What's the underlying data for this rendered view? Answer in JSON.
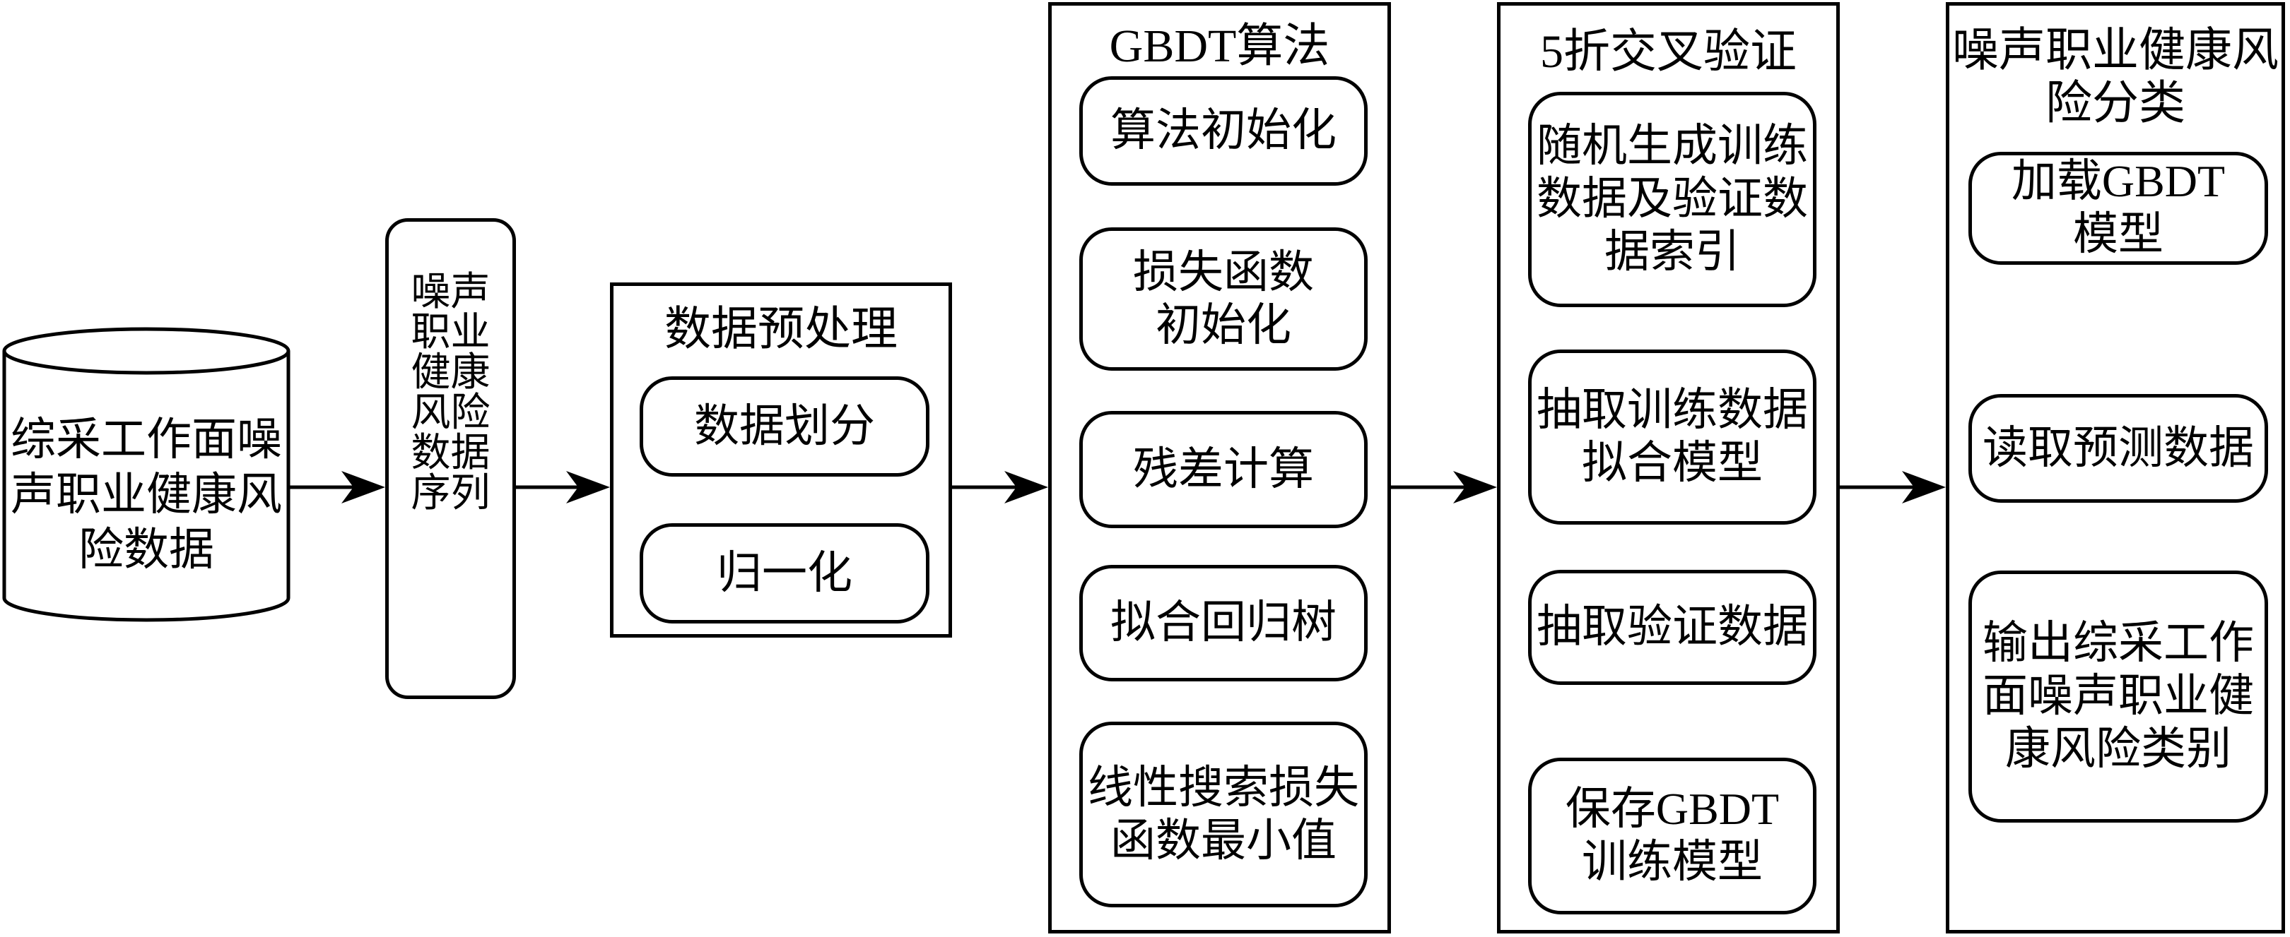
{
  "diagram": {
    "database": {
      "label": "综采工作面噪\n声职业健康风\n险数据"
    },
    "sequence_box": {
      "label": "噪声\n职业\n健康\n风险\n数据\n序列"
    },
    "preprocess": {
      "title": "数据预处理",
      "steps": [
        "数据划分",
        "归一化"
      ]
    },
    "gbdt": {
      "title": "GBDT算法",
      "steps": [
        "算法初始化",
        "损失函数\n初始化",
        "残差计算",
        "拟合回归树",
        "线性搜索损失\n函数最小值"
      ]
    },
    "cross_validation": {
      "title": "5折交叉验证",
      "steps": [
        "随机生成训练\n数据及验证数\n据索引",
        "抽取训练数据\n拟合模型",
        "抽取验证数据",
        "保存GBDT\n训练模型"
      ]
    },
    "classification": {
      "title": "噪声职业健康风\n险分类",
      "steps": [
        "加载GBDT\n模型",
        "读取预测数据",
        "输出综采工作\n面噪声职业健\n康风险类别"
      ]
    }
  },
  "colors": {
    "stroke": "#000000",
    "background": "#ffffff"
  }
}
